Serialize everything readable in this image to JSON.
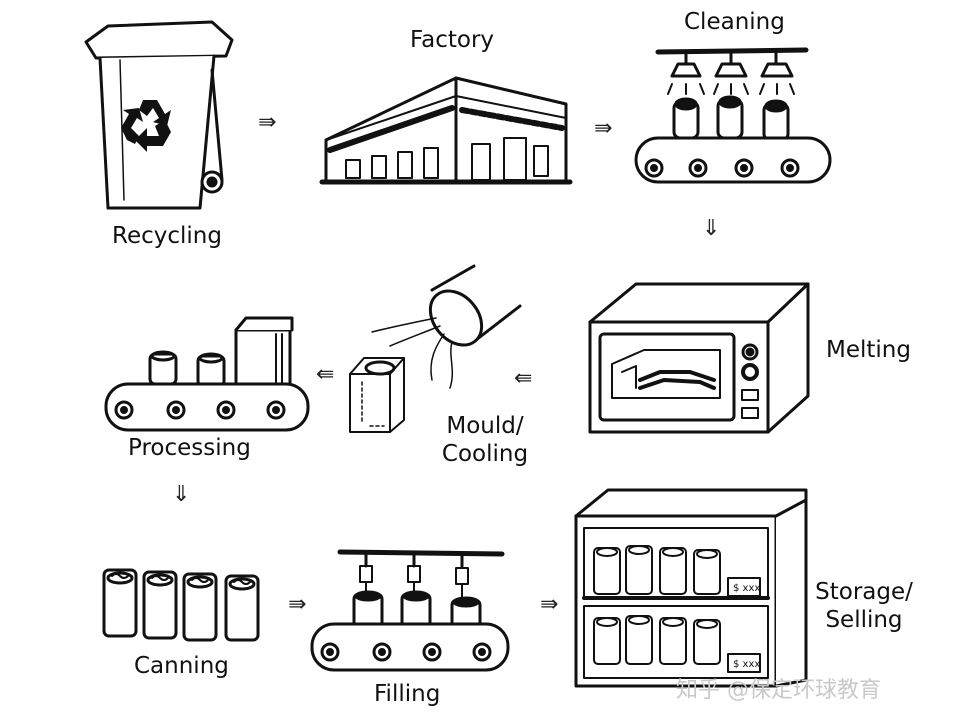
{
  "steps": {
    "recycling": "Recycling",
    "factory": "Factory",
    "cleaning": "Cleaning",
    "melting": "Melting",
    "mould_line1": "Mould/",
    "mould_line2": "Cooling",
    "processing": "Processing",
    "canning": "Canning",
    "filling": "Filling",
    "storage_line1": "Storage/",
    "storage_line2": "Selling"
  },
  "arrows": {
    "right": "⇛",
    "left": "⇚",
    "down": "⇓"
  },
  "shelf_price_tag": "$ xxx",
  "watermark": "知乎 @保定环球教育"
}
